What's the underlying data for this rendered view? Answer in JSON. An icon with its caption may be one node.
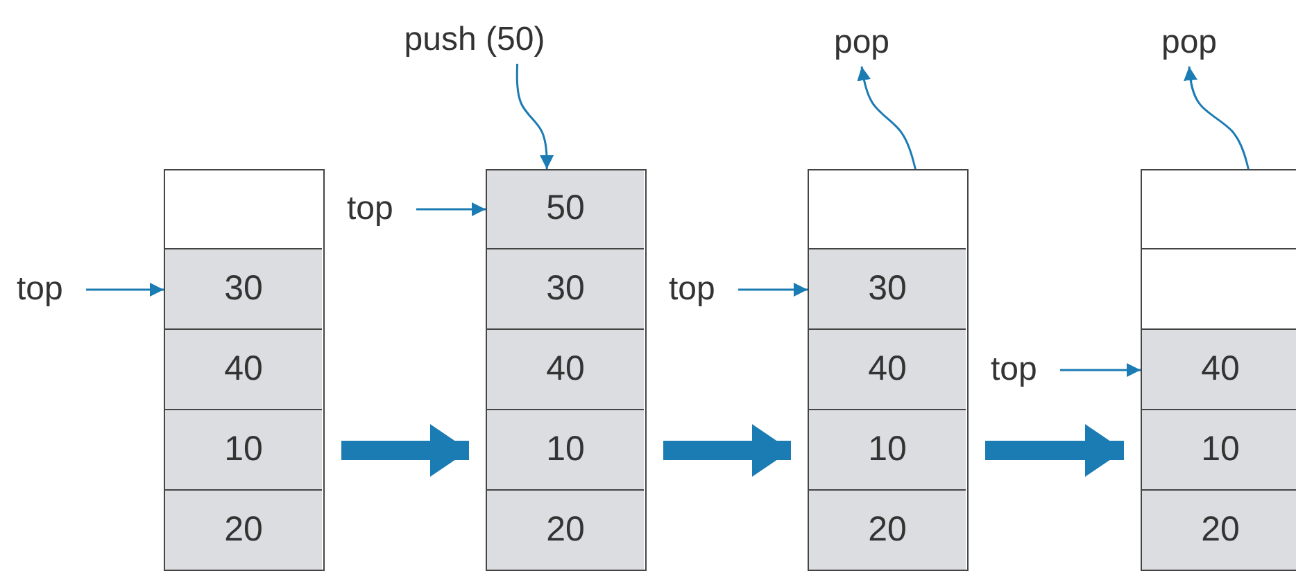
{
  "diagram": {
    "nodes": [
      {
        "text": [],
        "shape": "box"
      },
      {
        "text": [],
        "shape": "box",
        "in": 0
      },
      {
        "text": [
          "30"
        ],
        "in": 0
      },
      {
        "text": [
          "40"
        ],
        "in": 0
      },
      {
        "text": [
          "10"
        ],
        "in": 0
      },
      {
        "text": [
          "20"
        ],
        "in": 0
      },
      {
        "text": [],
        "shape": "box"
      },
      {
        "text": [
          "50"
        ],
        "in": 6
      },
      {
        "text": [
          "30"
        ],
        "in": 6
      },
      {
        "text": [
          "40"
        ],
        "in": 6
      },
      {
        "text": [
          "10"
        ],
        "in": 6
      },
      {
        "text": [
          "20"
        ],
        "in": 6
      },
      {
        "text": [],
        "shape": "box"
      },
      {
        "text": [],
        "shape": "box",
        "in": 12
      },
      {
        "text": [
          "30"
        ],
        "in": 12
      },
      {
        "text": [
          "40"
        ],
        "in": 12
      },
      {
        "text": [
          "10"
        ],
        "in": 12
      },
      {
        "text": [
          "20"
        ],
        "in": 12
      },
      {
        "text": [],
        "shape": "box"
      },
      {
        "text": [],
        "shape": "box",
        "in": 18
      },
      {
        "text": [],
        "shape": "box",
        "in": 18
      },
      {
        "text": [
          "40"
        ],
        "in": 18
      },
      {
        "text": [
          "10"
        ],
        "in": 18
      },
      {
        "text": [
          "20"
        ],
        "in": 18
      },
      {
        "text": [
          "top"
        ]
      },
      {
        "text": [
          "top"
        ]
      },
      {
        "text": [
          "top"
        ]
      },
      {
        "text": [
          "top"
        ]
      },
      {
        "text": [
          "push (50)"
        ]
      },
      {
        "text": [
          "pop"
        ]
      },
      {
        "text": [
          "pop"
        ]
      }
    ],
    "edges": [
      {
        "from": 24,
        "to": 2,
        "arrow": "to"
      },
      {
        "from": 25,
        "to": 7,
        "arrow": "to"
      },
      {
        "from": 26,
        "to": 14,
        "arrow": "to"
      },
      {
        "from": 27,
        "to": 21,
        "arrow": "to"
      },
      {
        "from": 28,
        "to": 7,
        "arrow": "to"
      },
      {
        "from": 13,
        "to": 29,
        "arrow": "to"
      },
      {
        "from": 19,
        "to": 30,
        "arrow": "to"
      },
      {
        "from": 0,
        "to": 6,
        "arrow": "to",
        "style": "thick"
      },
      {
        "from": 6,
        "to": 12,
        "arrow": "to",
        "style": "thick"
      },
      {
        "from": 12,
        "to": 18,
        "arrow": "to",
        "style": "thick"
      }
    ]
  }
}
